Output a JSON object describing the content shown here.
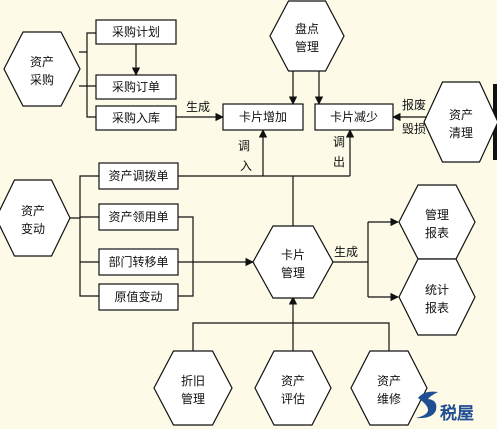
{
  "hexagons": {
    "asset_purchase": [
      "资产",
      "采购"
    ],
    "stocktake": [
      "盘点",
      "管理"
    ],
    "asset_clear": [
      "资产",
      "清理"
    ],
    "asset_change": [
      "资产",
      "变动"
    ],
    "card_manage": [
      "卡片",
      "管理"
    ],
    "manage_report": [
      "管理",
      "报表"
    ],
    "stat_report": [
      "统计",
      "报表"
    ],
    "depreciation": [
      "折旧",
      "管理"
    ],
    "asset_eval": [
      "资产",
      "评估"
    ],
    "asset_repair": [
      "资产",
      "维修"
    ]
  },
  "boxes": {
    "purchase_plan": "采购计划",
    "purchase_order": "采购订单",
    "purchase_stockin": "采购入库",
    "card_add": "卡片增加",
    "card_reduce": "卡片减少",
    "transfer_order": "资产调拨单",
    "requisition_order": "资产领用单",
    "dept_transfer": "部门转移单",
    "value_change": "原值变动"
  },
  "edge_labels": {
    "generate_top": "生成",
    "generate_right": "生成",
    "transfer_in": [
      "调",
      "入"
    ],
    "transfer_out": [
      "调",
      "出"
    ],
    "scrap": "报废",
    "damage": "毁损"
  },
  "logo": {
    "text": "税屋",
    "color": "#1f4e93"
  },
  "colors": {
    "background": "#fdfbe7",
    "stroke": "#111111",
    "fill": "#ffffff"
  }
}
